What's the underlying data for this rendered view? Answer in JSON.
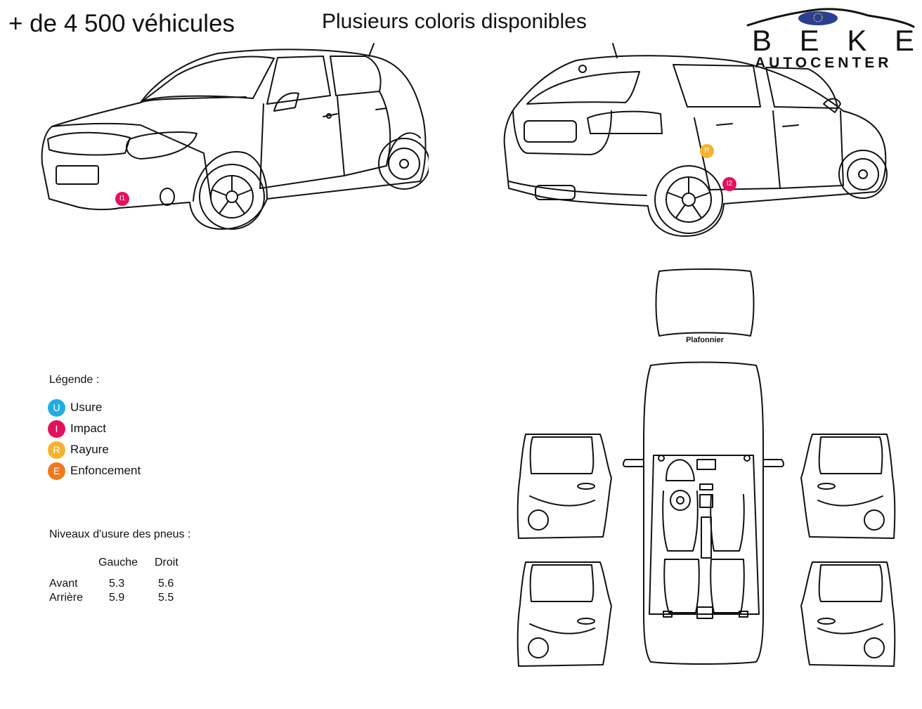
{
  "header": {
    "stock_text": "+ de 4 500 véhicules",
    "colors_text": "Plusieurs coloris disponibles"
  },
  "logo": {
    "brand": "B E K E",
    "subtitle": "AUTOCENTER",
    "accent_color": "#2a3f8f"
  },
  "damage_markers": [
    {
      "label": "I1",
      "type": "Impact",
      "color": "#e3115b"
    },
    {
      "label": "I2",
      "type": "Impact",
      "color": "#e3115b"
    },
    {
      "label": "R",
      "type": "Rayure",
      "color": "#f5b22c"
    }
  ],
  "diagram": {
    "roof_label": "Plafonnier"
  },
  "legend": {
    "title": "Légende :",
    "items": [
      {
        "letter": "U",
        "label": "Usure",
        "color": "#1eaee3"
      },
      {
        "letter": "I",
        "label": "Impact",
        "color": "#e3115b"
      },
      {
        "letter": "R",
        "label": "Rayure",
        "color": "#f5b22c"
      },
      {
        "letter": "E",
        "label": "Enfoncement",
        "color": "#ef7a1e"
      }
    ]
  },
  "tires": {
    "title": "Niveaux d'usure des pneus :",
    "col_left": "Gauche",
    "col_right": "Droit",
    "rows": [
      {
        "label": "Avant",
        "left": "5.3",
        "right": "5.6"
      },
      {
        "label": "Arrière",
        "left": "5.9",
        "right": "5.5"
      }
    ]
  }
}
